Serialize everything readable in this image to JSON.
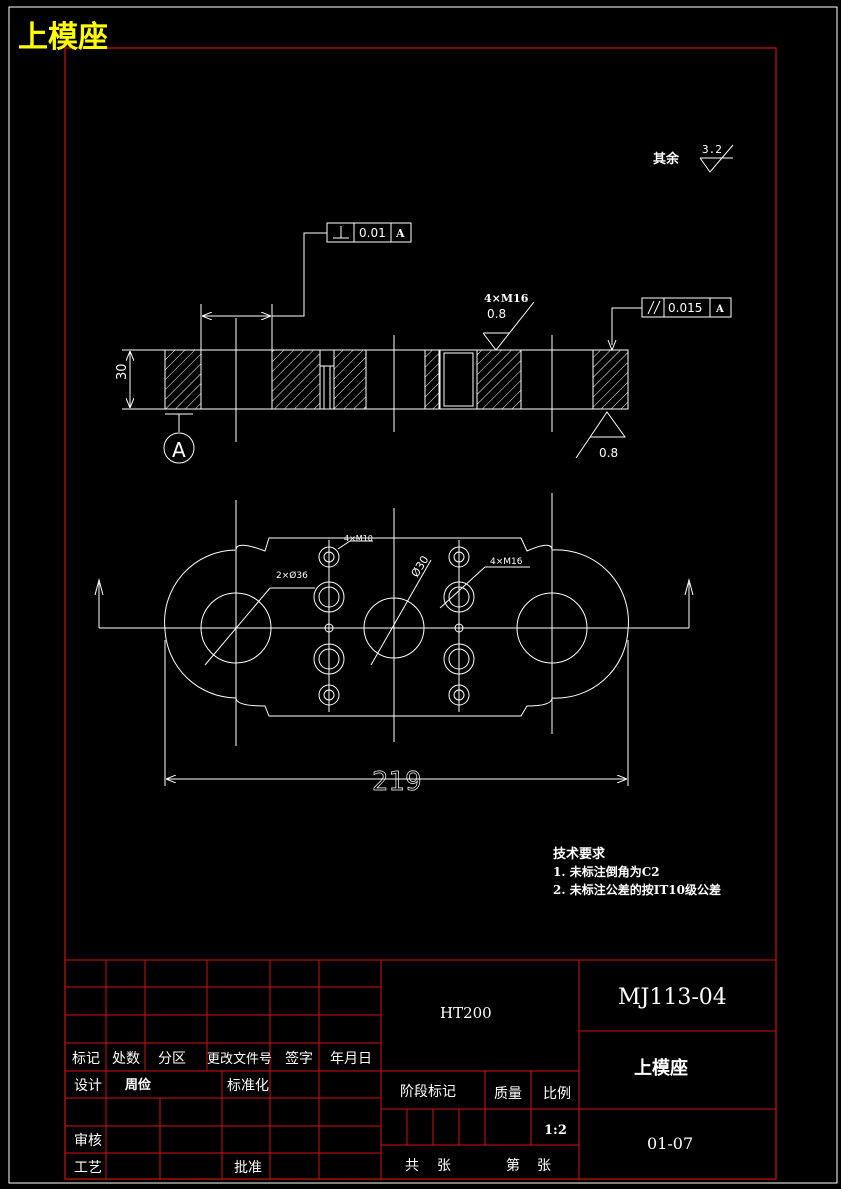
{
  "header": {
    "title": "上模座"
  },
  "surface": {
    "other_label": "其余",
    "roughness": "3.2"
  },
  "section_view": {
    "perp_symbol": "⊥",
    "perp_value": "0.01",
    "perp_datum": "A",
    "parallel_value": "0.015",
    "parallel_datum": "A",
    "thread_label": "4×M16",
    "thread_roughness": "0.8",
    "bottom_roughness": "0.8",
    "height_dim": "30",
    "datum_label": "A"
  },
  "plan_view": {
    "small_holes": "4×M10",
    "large_holes": "2×Ø36",
    "center_hole": "Ø30",
    "threaded_holes": "4×M16",
    "overall_width": "219"
  },
  "tech_requirements": {
    "heading": "技术要求",
    "items": [
      "1. 未标注倒角为C2",
      "2. 未标注公差的按IT10级公差"
    ]
  },
  "title_block": {
    "material": "HT200",
    "drawing_number": "MJ113-04",
    "part_name": "上模座",
    "code": "01-07",
    "scale": "1:2",
    "headers": {
      "mark": "标记",
      "count": "处数",
      "zone": "分区",
      "doc": "更改文件号",
      "sign": "签字",
      "date": "年月日"
    },
    "design": "设计",
    "designer": "周俭",
    "standard": "标准化",
    "review": "审核",
    "process": "工艺",
    "approve": "批准",
    "stage": "阶段标记",
    "mass": "质量",
    "ratio": "比例",
    "total": "共",
    "sheets": "张",
    "page": "第",
    "page_unit": "张"
  }
}
